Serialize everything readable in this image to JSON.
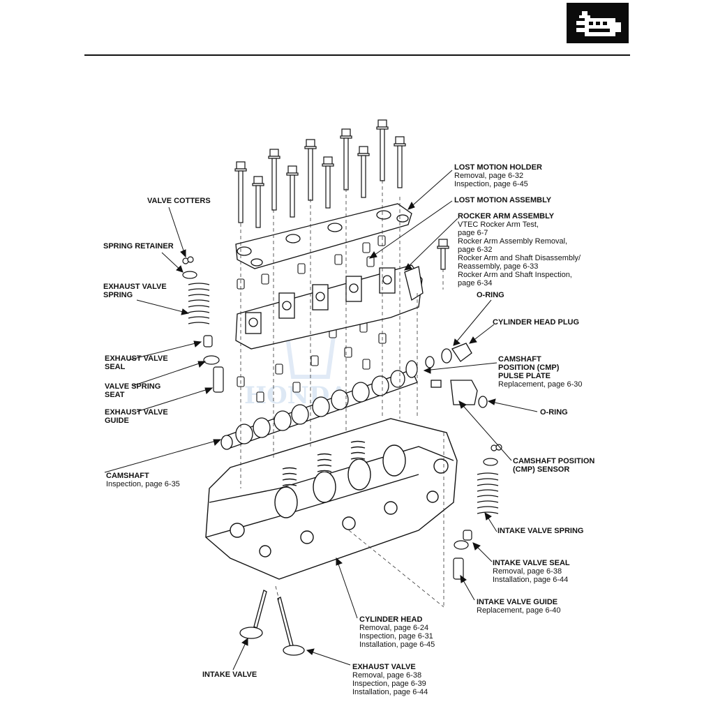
{
  "header": {
    "icon": "engine-icon"
  },
  "watermark": "HONDA",
  "labels": {
    "lost_motion_holder": {
      "title": "LOST MOTION HOLDER",
      "lines": [
        "Removal, page 6-32",
        "Inspection, page 6-45"
      ]
    },
    "lost_motion_assembly": {
      "title": "LOST MOTION ASSEMBLY",
      "lines": []
    },
    "rocker_arm_assembly": {
      "title": "ROCKER ARM ASSEMBLY",
      "lines": [
        "VTEC Rocker Arm Test,",
        " page 6-7",
        "Rocker Arm Assembly Removal,",
        " page 6-32",
        "Rocker Arm and Shaft Disassembly/",
        " Reassembly, page 6-33",
        "Rocker Arm and Shaft Inspection,",
        " page 6-34"
      ]
    },
    "o_ring_top": {
      "title": "O-RING",
      "lines": []
    },
    "cylinder_head_plug": {
      "title": "CYLINDER HEAD PLUG",
      "lines": []
    },
    "cmp_pulse_plate": {
      "title": "CAMSHAFT\nPOSITION (CMP)\nPULSE PLATE",
      "lines": [
        "Replacement, page 6-30"
      ]
    },
    "o_ring_bottom": {
      "title": "O-RING",
      "lines": []
    },
    "cmp_sensor": {
      "title": "CAMSHAFT POSITION\n(CMP) SENSOR",
      "lines": []
    },
    "intake_valve_spring": {
      "title": "INTAKE VALVE SPRING",
      "lines": []
    },
    "intake_valve_seal": {
      "title": "INTAKE VALVE SEAL",
      "lines": [
        "Removal, page 6-38",
        "Installation, page 6-44"
      ]
    },
    "intake_valve_guide": {
      "title": "INTAKE VALVE GUIDE",
      "lines": [
        "Replacement, page 6-40"
      ]
    },
    "cylinder_head": {
      "title": "CYLINDER HEAD",
      "lines": [
        "Removal, page 6-24",
        "Inspection, page 6-31",
        "Installation, page 6-45"
      ]
    },
    "exhaust_valve": {
      "title": "EXHAUST VALVE",
      "lines": [
        "Removal, page 6-38",
        "Inspection, page 6-39",
        "Installation, page 6-44"
      ]
    },
    "intake_valve": {
      "title": "INTAKE VALVE",
      "lines": []
    },
    "camshaft": {
      "title": "CAMSHAFT",
      "lines": [
        "Inspection, page 6-35"
      ]
    },
    "exhaust_valve_guide": {
      "title": "EXHAUST VALVE\nGUIDE",
      "lines": []
    },
    "valve_spring_seat": {
      "title": "VALVE SPRING\nSEAT",
      "lines": []
    },
    "exhaust_valve_seal": {
      "title": "EXHAUST VALVE\nSEAL",
      "lines": []
    },
    "exhaust_valve_spring": {
      "title": "EXHAUST VALVE\nSPRING",
      "lines": []
    },
    "spring_retainer": {
      "title": "SPRING RETAINER",
      "lines": []
    },
    "valve_cotters": {
      "title": "VALVE COTTERS",
      "lines": []
    }
  }
}
